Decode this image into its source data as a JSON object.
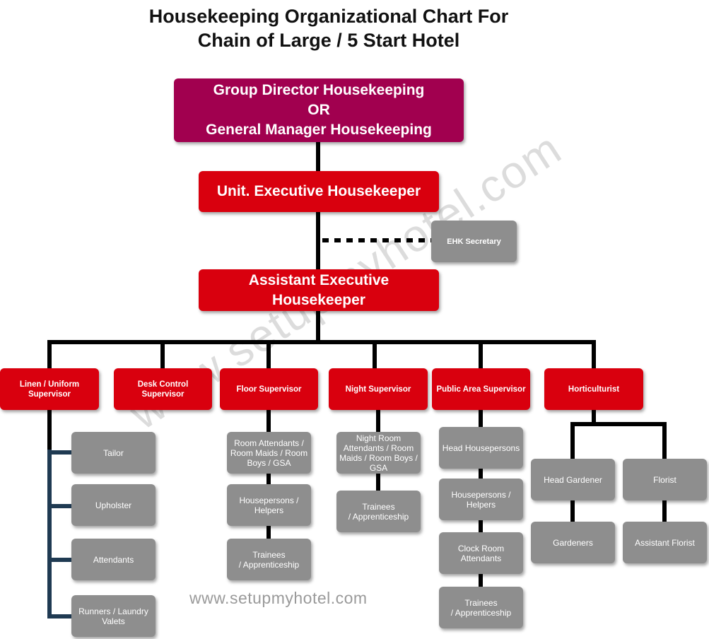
{
  "title": {
    "line1": "Housekeeping Organizational Chart For",
    "line2": "Chain of Large / 5 Start Hotel"
  },
  "watermark": "www.setupmyhotel.com",
  "footer_url": "www.setupmyhotel.com",
  "colors": {
    "director": "#a1004f",
    "executive": "#d9000e",
    "staff": "#8e8e8e",
    "connector": "#000000",
    "linen_connector": "#1f3a52"
  },
  "director": "Group Director Housekeeping\nOR\nGeneral Manager Housekeeping",
  "unit_executive": "Unit. Executive Housekeeper",
  "secretary": "EHK Secretary",
  "assistant_executive": "Assistant Executive\nHousekeeper",
  "supervisors": {
    "linen": "Linen / Uniform\nSupervisor",
    "desk": "Desk Control\nSupervisor",
    "floor": "Floor Supervisor",
    "night": "Night Supervisor",
    "public": "Public Area Supervisor",
    "horti": "Horticulturist"
  },
  "linen_staff": [
    "Tailor",
    "Upholster",
    "Attendants",
    "Runners / Laundry\nValets"
  ],
  "floor_staff": [
    "Room Attendants /\nRoom Maids / Room\nBoys / GSA",
    "Housepersons /\nHelpers",
    "Trainees\n/ Apprenticeship"
  ],
  "night_staff": [
    "Night Room\nAttendants / Room\nMaids / Room Boys  /\nGSA",
    "Trainees\n/ Apprenticeship"
  ],
  "public_staff": [
    "Head Housepersons",
    "Housepersons /\nHelpers",
    "Clock Room\nAttendants",
    "Trainees\n/ Apprenticeship"
  ],
  "horti_staff": {
    "head_gardener": "Head Gardener",
    "gardeners": "Gardeners",
    "florist": "Florist",
    "assistant_florist": "Assistant Florist"
  }
}
